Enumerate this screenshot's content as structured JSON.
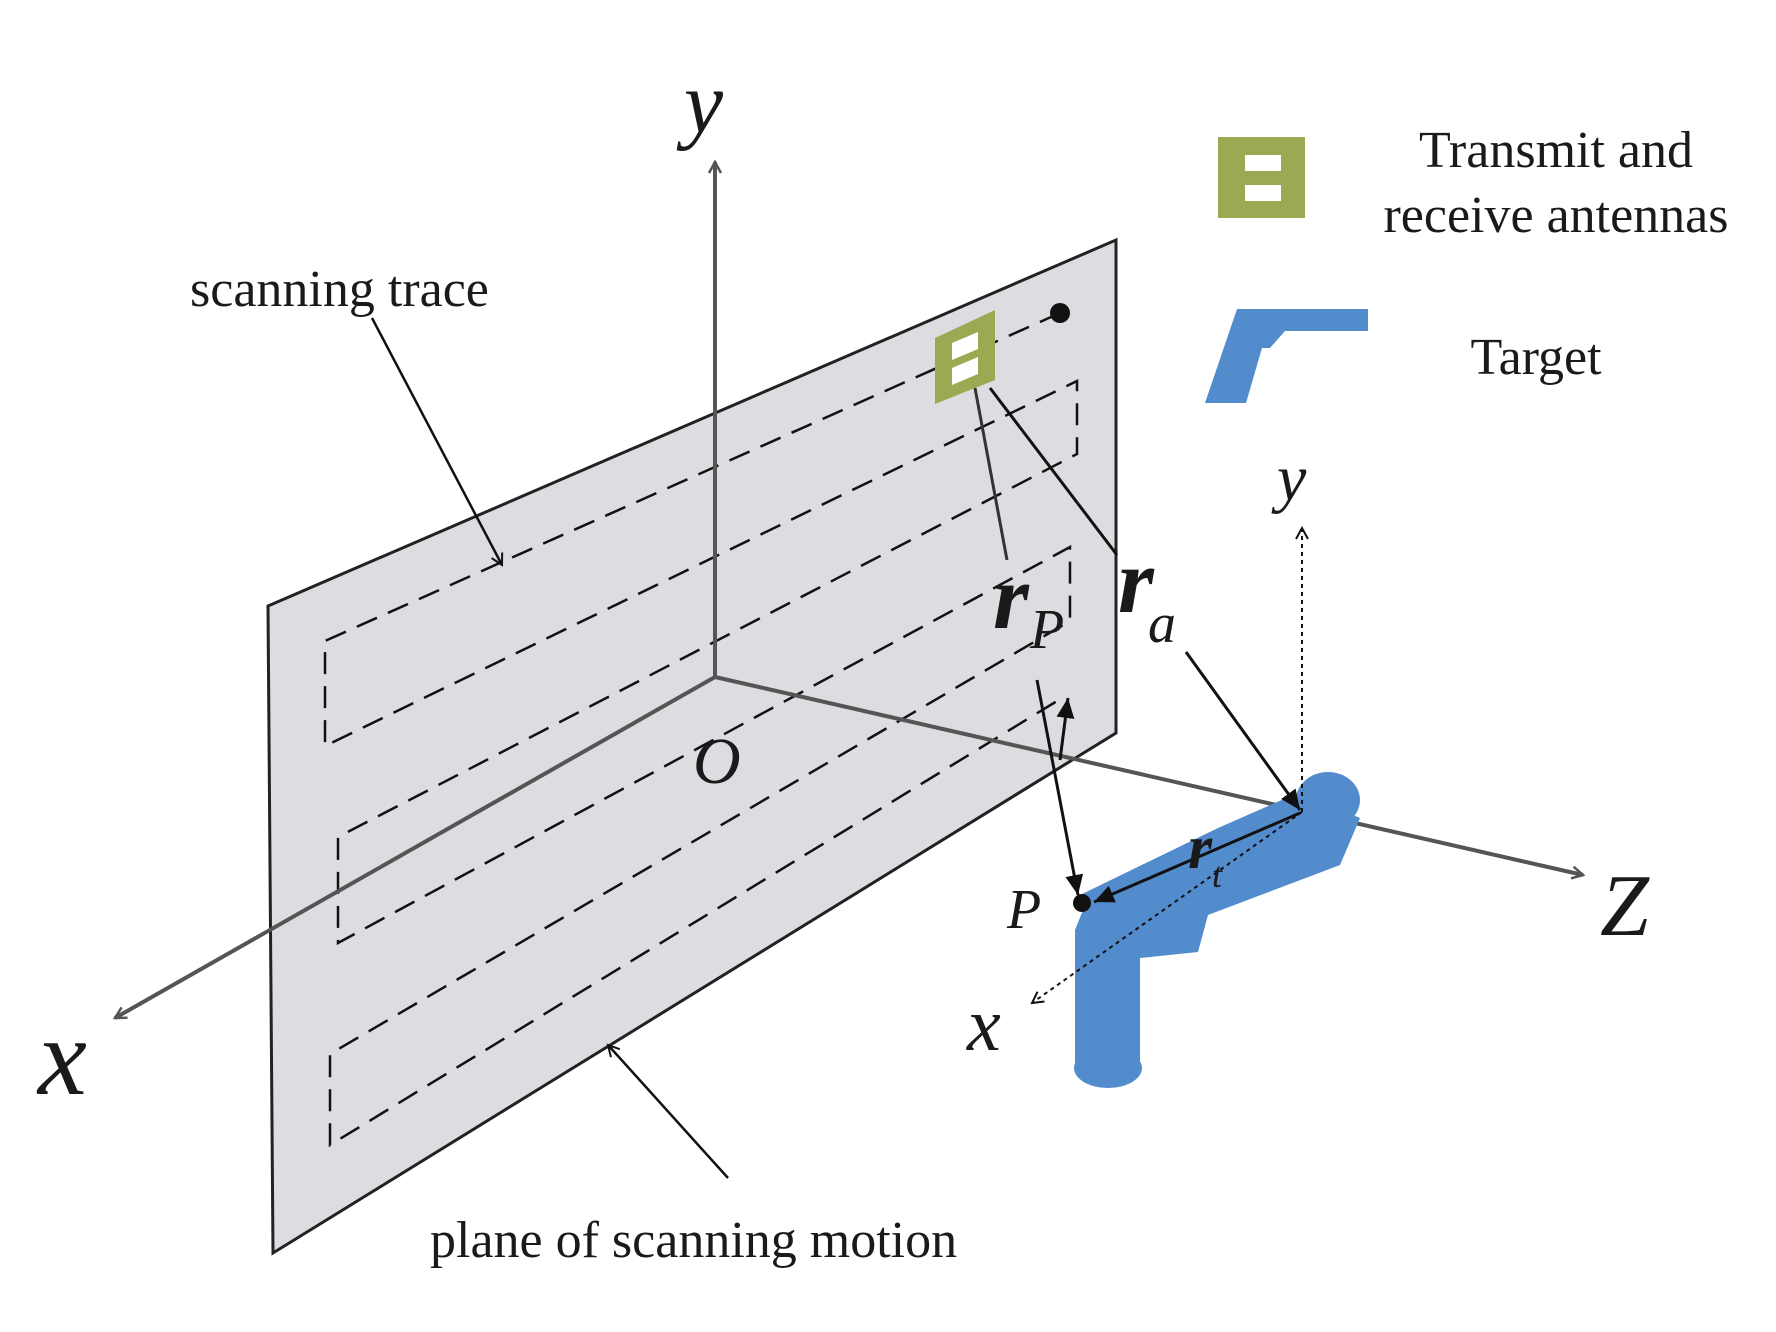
{
  "labels": {
    "scanning_trace": "scanning trace",
    "plane_label": "plane of scanning motion",
    "axis_y": "y",
    "axis_x": "x",
    "axis_z": "Z",
    "origin": "O",
    "r_p_main": "r",
    "r_p_sub": "P",
    "r_a_main": "r",
    "r_a_sub": "a",
    "r_t_main": "r",
    "r_t_sub": "t",
    "point_p": "P",
    "target_y": "y",
    "target_x": "x"
  },
  "legend": {
    "antenna_line1": "Transmit and",
    "antenna_line2": "receive antennas",
    "target": "Target"
  },
  "colors": {
    "plane_fill": "#dcdde0",
    "axis": "#555555",
    "antenna": "#9aaa53",
    "target": "#538ccc",
    "text": "#1a1a1a"
  }
}
